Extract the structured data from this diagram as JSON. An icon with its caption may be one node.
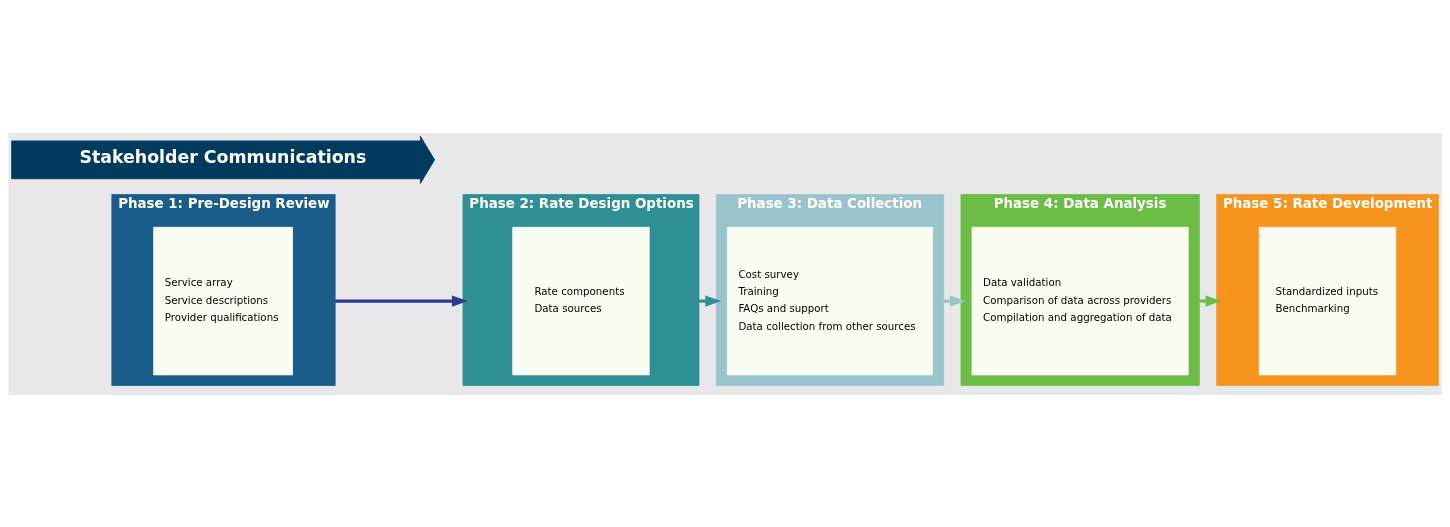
{
  "diagram": {
    "nodes": [
      {
        "text": [
          "Phase 1: Pre-Design Review"
        ]
      },
      {
        "text": [
          "Service array",
          "Service descriptions",
          "Provider qualifications"
        ],
        "in": 0
      },
      {
        "text": [
          "Phase 2: Rate Design Options"
        ]
      },
      {
        "text": [
          "Rate components",
          "Data sources"
        ],
        "in": 2
      },
      {
        "text": [
          "Phase 3: Data Collection"
        ]
      },
      {
        "text": [
          "Cost survey",
          "Training",
          "FAQs and support",
          "Data collection from other sources"
        ],
        "in": 4
      },
      {
        "text": [
          "Phase 4: Data Analysis"
        ]
      },
      {
        "text": [
          "Data validation",
          "Comparison of data across providers",
          "Compilation and aggregation of data"
        ],
        "in": 6
      },
      {
        "text": [
          "Phase 5: Rate Development"
        ]
      },
      {
        "text": [
          "Standardized inputs",
          "Benchmarking"
        ],
        "in": 8
      },
      {
        "text": [
          "Stakeholder Communications"
        ]
      }
    ],
    "edges": [
      {
        "from": 0,
        "to": 2,
        "arrow": "to",
        "color": "#2b3a8f"
      },
      {
        "from": 2,
        "to": 4,
        "arrow": "to",
        "color": "#2e8f95"
      },
      {
        "from": 4,
        "to": 6,
        "arrow": "to",
        "color": "#9ac4cc"
      },
      {
        "from": 6,
        "to": 8,
        "arrow": "to",
        "color": "#6cbd45"
      }
    ]
  }
}
